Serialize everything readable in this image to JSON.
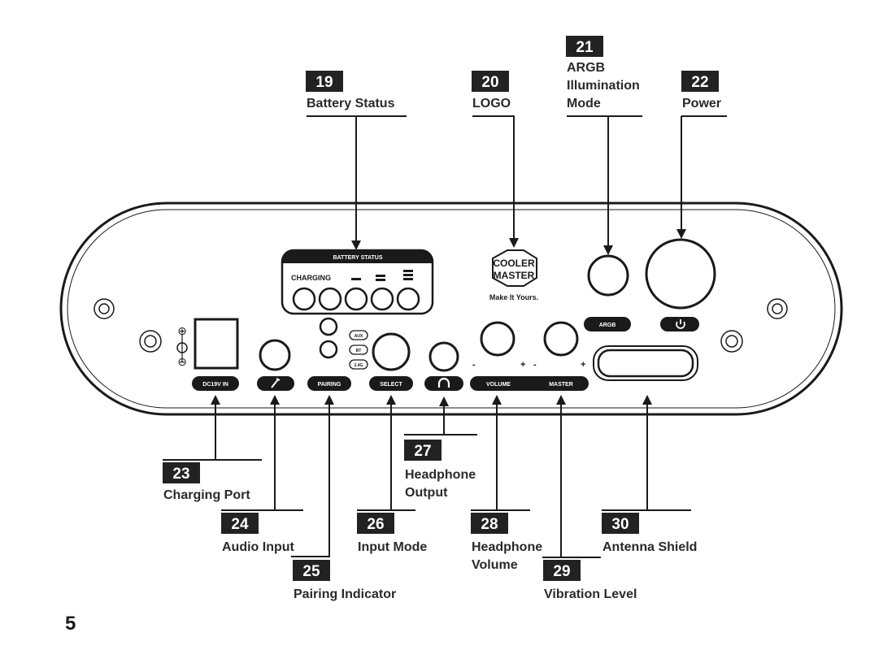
{
  "colors": {
    "ink": "#1a1a1a",
    "box": "#222222",
    "paper": "#ffffff"
  },
  "page_number": "5",
  "callouts": [
    {
      "num": "19",
      "lines": [
        "Battery Status"
      ]
    },
    {
      "num": "20",
      "lines": [
        "LOGO"
      ]
    },
    {
      "num": "21",
      "lines": [
        "ARGB",
        "Illumination",
        "Mode"
      ]
    },
    {
      "num": "22",
      "lines": [
        "Power"
      ]
    },
    {
      "num": "23",
      "lines": [
        "Charging Port"
      ]
    },
    {
      "num": "24",
      "lines": [
        "Audio Input"
      ]
    },
    {
      "num": "25",
      "lines": [
        "Pairing Indicator"
      ]
    },
    {
      "num": "26",
      "lines": [
        "Input Mode"
      ]
    },
    {
      "num": "27",
      "lines": [
        "Headphone",
        "Output"
      ]
    },
    {
      "num": "28",
      "lines": [
        "Headphone",
        "Volume"
      ]
    },
    {
      "num": "29",
      "lines": [
        "Vibration Level"
      ]
    },
    {
      "num": "30",
      "lines": [
        "Antenna Shield"
      ]
    }
  ],
  "panel": {
    "battery_status_title": "BATTERY STATUS",
    "charging_label": "CHARGING",
    "dc_label": "DC19V IN",
    "pairing_label": "PAIRING",
    "select_label": "SELECT",
    "input_modes": [
      "AUX",
      "BT",
      "2.4G"
    ],
    "volume_label": "VOLUME",
    "master_label": "MASTER",
    "argb_label": "ARGB",
    "logo_line1": "COOLER",
    "logo_line2": "MASTER",
    "tagline": "Make It Yours.",
    "minus": "-",
    "plus": "+",
    "dc_plus": "⊕",
    "dc_minus": "⊖",
    "power_icon": "power-icon",
    "headphone_icon": "headphone-icon",
    "audio_icon": "audio-jack-icon"
  }
}
